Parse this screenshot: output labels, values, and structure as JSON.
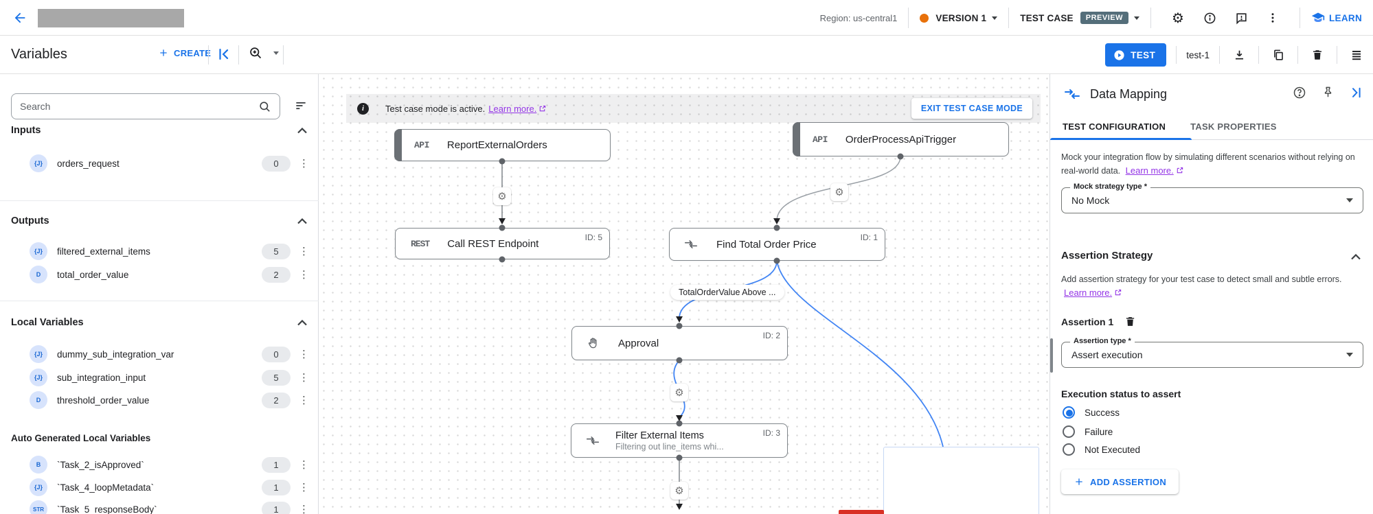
{
  "header": {
    "region_label": "Region: us-central1",
    "version_label": "VERSION 1",
    "test_case_label": "TEST CASE",
    "preview_badge": "PREVIEW",
    "learn_label": "LEARN",
    "colors": {
      "version_dot": "#E8710A",
      "preview_badge_bg": "#546E7A",
      "accent_blue": "#1a73e8"
    }
  },
  "toolbar": {
    "title": "Variables",
    "create_label": "CREATE",
    "test_button_label": "TEST",
    "test_case_name": "test-1"
  },
  "variables_panel": {
    "search_placeholder": "Search",
    "sections": {
      "inputs": {
        "title": "Inputs",
        "items": [
          {
            "type_label": "{J}",
            "name": "orders_request",
            "count": "0"
          }
        ]
      },
      "outputs": {
        "title": "Outputs",
        "items": [
          {
            "type_label": "{J}",
            "name": "filtered_external_items",
            "count": "5"
          },
          {
            "type_label": "D",
            "name": "total_order_value",
            "count": "2"
          }
        ]
      },
      "local": {
        "title": "Local Variables",
        "items": [
          {
            "type_label": "{J}",
            "name": "dummy_sub_integration_var",
            "count": "0"
          },
          {
            "type_label": "{J}",
            "name": "sub_integration_input",
            "count": "5"
          },
          {
            "type_label": "D",
            "name": "threshold_order_value",
            "count": "2"
          }
        ]
      },
      "auto": {
        "title": "Auto Generated Local Variables",
        "items": [
          {
            "type_label": "B",
            "name": "`Task_2_isApproved`",
            "count": "1"
          },
          {
            "type_label": "{J}",
            "name": "`Task_4_loopMetadata`",
            "count": "1"
          },
          {
            "type_label": "STR",
            "name": "`Task_5_responseBody`",
            "count": "1"
          }
        ]
      }
    }
  },
  "canvas": {
    "banner": {
      "message": "Test case mode is active.",
      "learn_more": "Learn more.",
      "exit_button": "EXIT TEST CASE MODE"
    },
    "edge_label": "TotalOrderValue Above ...",
    "nodes": {
      "report_external_orders": {
        "badge": "API",
        "title": "ReportExternalOrders"
      },
      "order_process_api_trigger": {
        "badge": "API",
        "title": "OrderProcessApiTrigger"
      },
      "call_rest_endpoint": {
        "badge": "REST",
        "title": "Call REST Endpoint",
        "id_label": "ID: 5"
      },
      "find_total_order_price": {
        "title": "Find Total Order Price",
        "id_label": "ID: 1"
      },
      "approval": {
        "title": "Approval",
        "id_label": "ID: 2"
      },
      "filter_external_items": {
        "title": "Filter External Items",
        "subtitle": "Filtering out line_items whi...",
        "id_label": "ID: 3"
      }
    }
  },
  "side_panel": {
    "title": "Data Mapping",
    "tabs": [
      {
        "label": "TEST CONFIGURATION"
      },
      {
        "label": "TASK PROPERTIES"
      }
    ],
    "mock": {
      "description": "Mock your integration flow by simulating different scenarios without relying on real-world data.",
      "learn_more": "Learn more.",
      "field_label": "Mock strategy type *",
      "field_value": "No Mock"
    },
    "assertion": {
      "heading": "Assertion Strategy",
      "description": "Add assertion strategy for your test case to detect small and subtle errors.",
      "learn_more": "Learn more.",
      "item_title": "Assertion 1",
      "type_label": "Assertion type *",
      "type_value": "Assert execution",
      "status_label": "Execution status to assert",
      "options": [
        {
          "label": "Success",
          "selected": true
        },
        {
          "label": "Failure",
          "selected": false
        },
        {
          "label": "Not Executed",
          "selected": false
        }
      ],
      "add_button": "ADD ASSERTION"
    }
  }
}
